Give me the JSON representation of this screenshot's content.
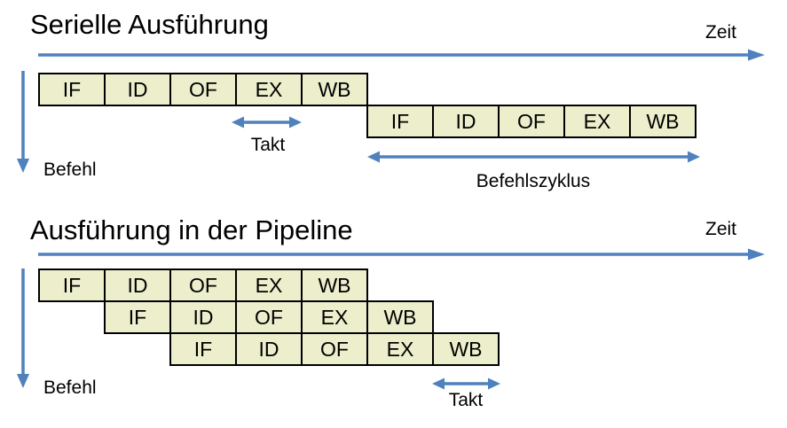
{
  "colors": {
    "box_fill": "#ECEECC",
    "box_border": "#000000",
    "arrow_blue": "#4F81BD",
    "text": "#000000",
    "bg": "#FFFFFF"
  },
  "serial": {
    "title": "Serielle Ausführung",
    "zeit_label": "Zeit",
    "befehl_label": "Befehl",
    "takt_label": "Takt",
    "befehlszyklus_label": "Befehlszyklus",
    "rows": [
      {
        "stages": [
          "IF",
          "ID",
          "OF",
          "EX",
          "WB"
        ]
      },
      {
        "stages": [
          "IF",
          "ID",
          "OF",
          "EX",
          "WB"
        ]
      }
    ]
  },
  "pipeline": {
    "title": "Ausführung in der Pipeline",
    "zeit_label": "Zeit",
    "befehl_label": "Befehl",
    "takt_label": "Takt",
    "rows": [
      {
        "stages": [
          "IF",
          "ID",
          "OF",
          "EX",
          "WB"
        ]
      },
      {
        "stages": [
          "IF",
          "ID",
          "OF",
          "EX",
          "WB"
        ]
      },
      {
        "stages": [
          "IF",
          "ID",
          "OF",
          "EX",
          "WB"
        ]
      }
    ]
  }
}
